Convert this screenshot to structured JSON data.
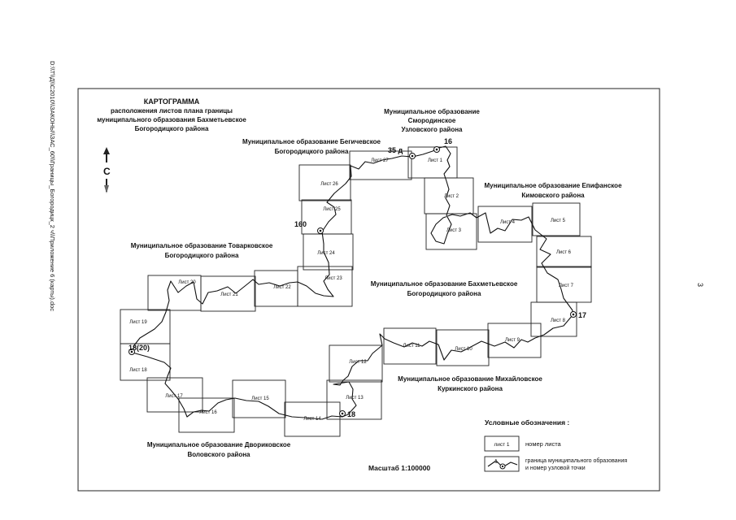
{
  "side_text": "D:\\\\Т\\\\Д\\\\С2010\\\\ЗАКОНЫ\\\\ЗАС_60\\\\Границы_Богородицк_2 ч\\\\Приложение 6 (карты).doc",
  "page_number": "3",
  "north_label": "С",
  "title": {
    "line1": "КАРТОГРАММА",
    "line2": "расположения листов плана границы",
    "line3": "муниципального образования Бахметьевское",
    "line4": "Богородицкого района"
  },
  "regions": {
    "smorodinskoe": [
      "Муниципальное образование",
      "Смородинское",
      "Узловского района"
    ],
    "begichevskoe": [
      "Муниципальное образование Бегичевское",
      "Богородицкого района"
    ],
    "epifanskoe": [
      "Муниципальное образование Епифанское",
      "Кимовского района"
    ],
    "tovarkovskoe": [
      "Муниципальное образование Товарковское",
      "Богородицкого района"
    ],
    "bakhmetevskoe": [
      "Муниципальное образование Бахметьевское",
      "Богородицкого района"
    ],
    "mikhailovskoe": [
      "Муниципальное образование Михайловское",
      "Куркинского района"
    ],
    "dvorikovskoe": [
      "Муниципальное образование Двориковское",
      "Воловского района"
    ]
  },
  "sheets": [
    "Лист 1",
    "Лист 2",
    "Лист 3",
    "Лист 4",
    "Лист 5",
    "Лист 6",
    "Лист 7",
    "Лист 8",
    "Лист 9",
    "Лист 10",
    "Лист 11",
    "Лист 12",
    "Лист 13",
    "Лист 14",
    "Лист 15",
    "Лист 16",
    "Лист 17",
    "Лист 18",
    "Лист 19",
    "Лист 20",
    "Лист 21",
    "Лист 22",
    "Лист 23",
    "Лист 24",
    "Лист 25",
    "Лист 26",
    "Лист 27"
  ],
  "nodes": [
    "35 д",
    "16",
    "160",
    "17",
    "18(20)",
    "18"
  ],
  "legend": {
    "title": "Условные обозначения :",
    "sheet_sample": "лист 1",
    "sheet_desc": "номер листа",
    "node_sample": "1",
    "line_desc1": "граница муниципального образования",
    "line_desc2": "и номер узловой точки"
  },
  "scale": "Масштаб 1:100000",
  "colors": {
    "ink": "#111111",
    "paper": "#ffffff"
  }
}
